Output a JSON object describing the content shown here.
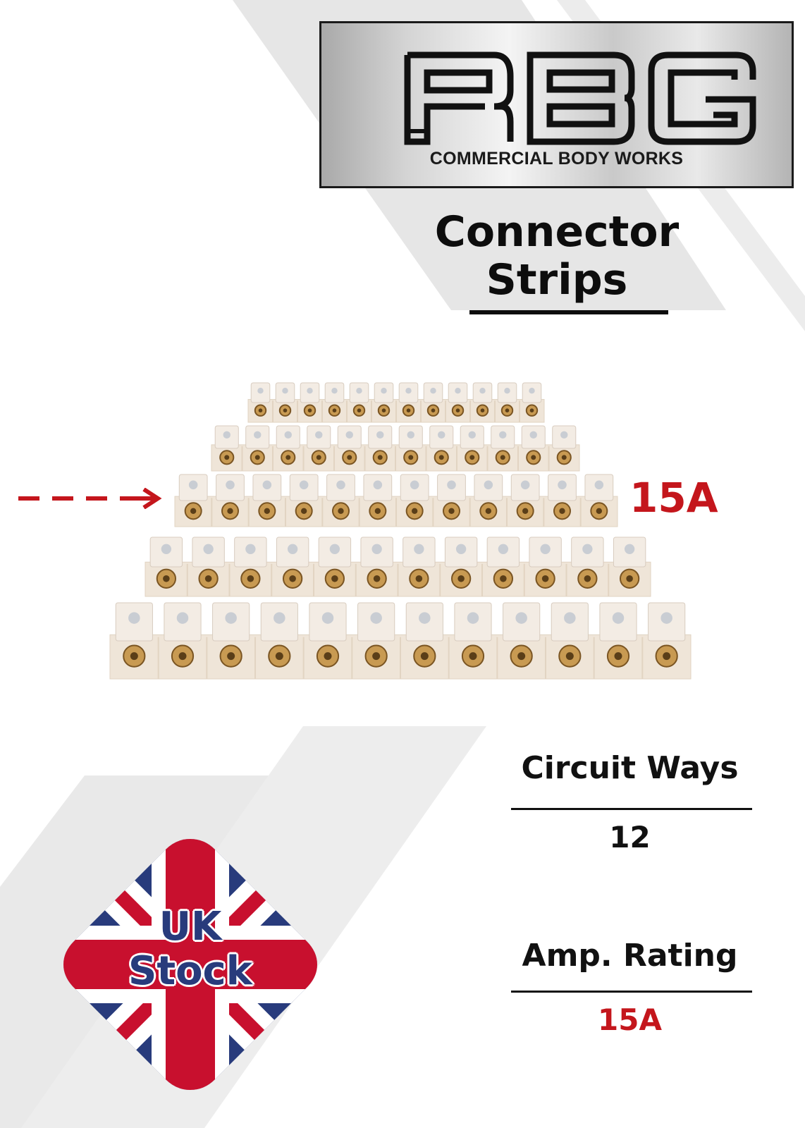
{
  "brand": {
    "logo_text": "RBG",
    "tagline": "COMMERCIAL BODY WORKS"
  },
  "title": {
    "line1": "Connector",
    "line2": "Strips"
  },
  "callout": {
    "amp_label": "15A"
  },
  "specs": [
    {
      "label": "Circuit Ways",
      "value": "12",
      "value_color": "#111111"
    },
    {
      "label": "Amp. Rating",
      "value": "15A",
      "value_color": "#c4161c"
    }
  ],
  "badge": {
    "line1": "UK",
    "line2": "Stock"
  },
  "colors": {
    "accent_red": "#c4161c",
    "flag_blue": "#283b7c",
    "band_grey": "#e6e6e6"
  },
  "product": {
    "strip_rows": 5,
    "ways_per_strip": 12
  }
}
